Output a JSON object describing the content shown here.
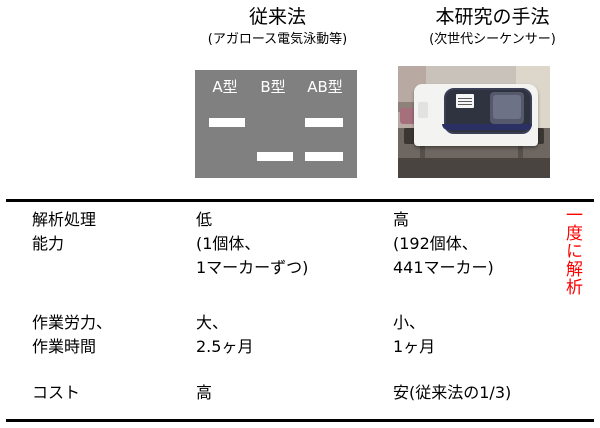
{
  "header": {
    "columns": [
      {
        "id": "conventional",
        "main_title": "従来法",
        "sub_title": "(アガロース電気泳動等)"
      },
      {
        "id": "proposed",
        "main_title": "本研究の手法",
        "sub_title": "(次世代シーケンサー)"
      }
    ]
  },
  "figures": {
    "gel": {
      "lane_labels": [
        "A型",
        "B型",
        "AB型"
      ],
      "background_color": "#808080",
      "band_color": "#ffffff",
      "bands": [
        {
          "lane": "A型",
          "position": "upper"
        },
        {
          "lane": "B型",
          "position": "lower"
        },
        {
          "lane": "AB型",
          "position": "upper"
        },
        {
          "lane": "AB型",
          "position": "lower"
        }
      ]
    },
    "sequencer_photo": {
      "alt": "次世代シーケンサー装置の写真"
    }
  },
  "table": {
    "rows": [
      {
        "label": "解析処理\n能力",
        "conventional": "低\n(1個体、\n1マーカーずつ)",
        "proposed": "高\n(192個体、\n441マーカー)"
      },
      {
        "label": "作業労力、\n作業時間",
        "conventional": "大、\n2.5ヶ月",
        "proposed": "小、\n1ヶ月"
      },
      {
        "label": "コスト",
        "conventional": "高",
        "proposed": "安(従来法の1/3)"
      }
    ]
  },
  "annotation": {
    "vertical_red_text": "一度に解析",
    "color": "#ff0000"
  }
}
